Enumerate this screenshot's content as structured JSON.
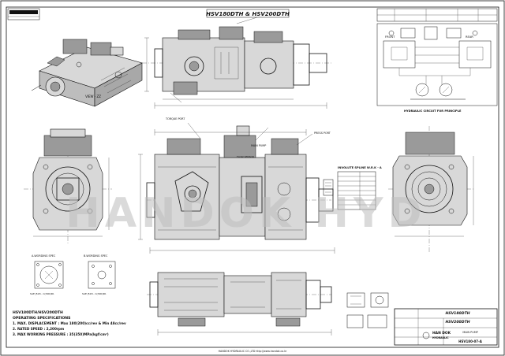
{
  "title_banner": "HSV180DTH & HSV200DTH",
  "watermark": "HANDOK HYD",
  "iso_view_label": "VIEW - ZZ",
  "hydraulic_circuit_label": "HYDRAULIC CIRCUIT FOR PRINCIPLE",
  "circuit": {
    "front_label": "FRONT",
    "rear_label": "REAR"
  },
  "spline_label": "INVOLUTE SPLINE W.R.K - A",
  "callouts": {
    "torque_port": "TORQUE PORT",
    "pressure_port": "PRESS PORT",
    "main_pump": "MAIN PUMP",
    "flow_sensor": "FLOW SENSOR"
  },
  "flange_views": {
    "left_label": "A-WORDING SPEC",
    "right_label": "B-WORDING SPEC",
    "left_caption": "SAE J518 - C(300)PA",
    "right_caption": "SAE J518 - C(300)PA"
  },
  "specs": {
    "model": "HSV180DTH/HSV200DTH",
    "heading": "OPERATING SPECIFICATIONS",
    "lines": [
      "1. MAX. DISPLACEMENT : Max 180(200)cc/rev & Min 48cc/rev",
      "2. RATED SPEED : 2,200rpm",
      "3. MAX WORKING PRESSURE : 35(350)MPa(kgf/cm²)"
    ]
  },
  "title_block": {
    "drawing_title_1": "HSV180DTH",
    "drawing_title_2": "HSV200DTH",
    "description": "MAIN PUMP",
    "company_1": "HAN DOK",
    "company_2": "HYDRAULIC",
    "drawing_no": "HSV180-07-A"
  },
  "footer_text": "HANDOK HYDRAULIC CO.,LTD   http://www.handok.co.kr"
}
